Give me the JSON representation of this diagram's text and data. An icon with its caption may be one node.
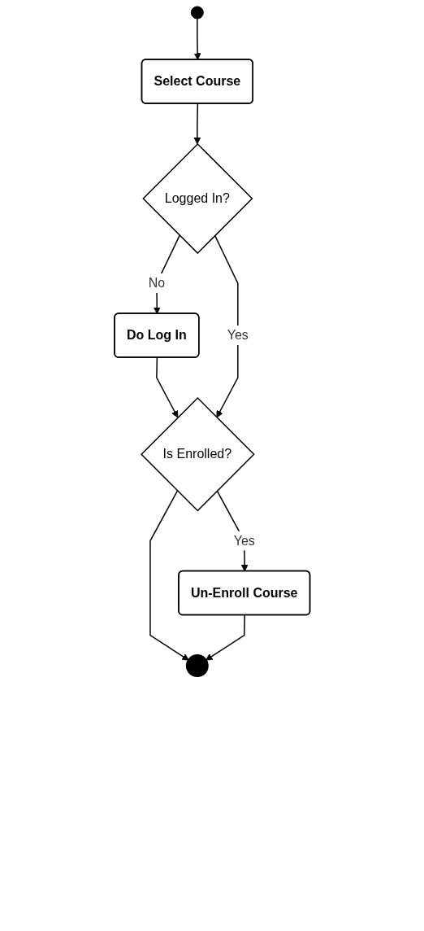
{
  "diagram": {
    "nodes": [
      {
        "text": [],
        "shape": "circle"
      },
      {
        "text": [
          "Select Course"
        ]
      },
      {
        "text": [
          "Logged In?"
        ]
      },
      {
        "text": [
          "Do Log In"
        ]
      },
      {
        "text": [
          "Is Enrolled?"
        ]
      },
      {
        "text": [
          "Un-Enroll Course"
        ]
      },
      {
        "text": [],
        "shape": "circle"
      }
    ],
    "edges": [
      {
        "from": 0,
        "to": 1,
        "arrow": "to"
      },
      {
        "from": 1,
        "to": 2,
        "arrow": "to"
      },
      {
        "from": 2,
        "to": 3,
        "label": "No",
        "arrow": "to"
      },
      {
        "from": 3,
        "to": 4,
        "arrow": "to"
      },
      {
        "from": 2,
        "to": 4,
        "label": "Yes",
        "arrow": "to"
      },
      {
        "from": 4,
        "to": 5,
        "label": "Yes",
        "arrow": "to"
      },
      {
        "from": 4,
        "to": 6,
        "arrow": "to"
      },
      {
        "from": 5,
        "to": 6,
        "arrow": "to"
      }
    ]
  }
}
